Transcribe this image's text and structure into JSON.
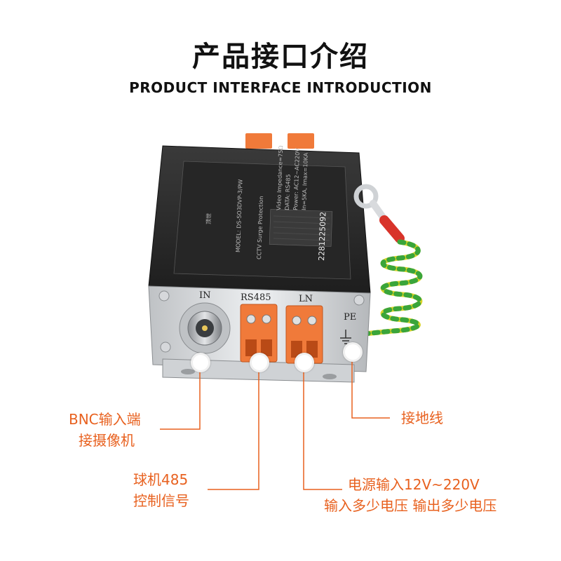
{
  "header": {
    "title_cn": "产品接口介绍",
    "title_en": "PRODUCT INTERFACE INTRODUCTION"
  },
  "device": {
    "front_port_labels": {
      "in": "IN",
      "rs485": "RS485",
      "ln": "LN",
      "pe": "PE"
    },
    "panel": {
      "brand": "顶世",
      "model": "MODEL: DS-SO3DVP-3/PW",
      "serial": "2281225092",
      "surge": "CCTV Surge Protection",
      "spec_video": "Video Impedance=75Ω",
      "spec_data": "DATA: RS485",
      "spec_power": "Power: AC12~AC220V",
      "spec_current": "In=5KA, Imax=10KA"
    }
  },
  "callouts": {
    "bnc": {
      "line1": "BNC输入端",
      "line2": "接摄像机"
    },
    "rs485": {
      "line1": "球机485",
      "line2": "控制信号"
    },
    "power": {
      "line1": "电源输入12V~220V",
      "line2": "输入多少电压 输出多少电压"
    },
    "ground": {
      "line1": "接地线"
    }
  },
  "colors": {
    "accent": "#e8611f",
    "terminal": "#f07a3a",
    "body_dark": "#2a2a2a",
    "ground_yellow": "#d8d32a",
    "ground_green": "#3aa53a"
  }
}
